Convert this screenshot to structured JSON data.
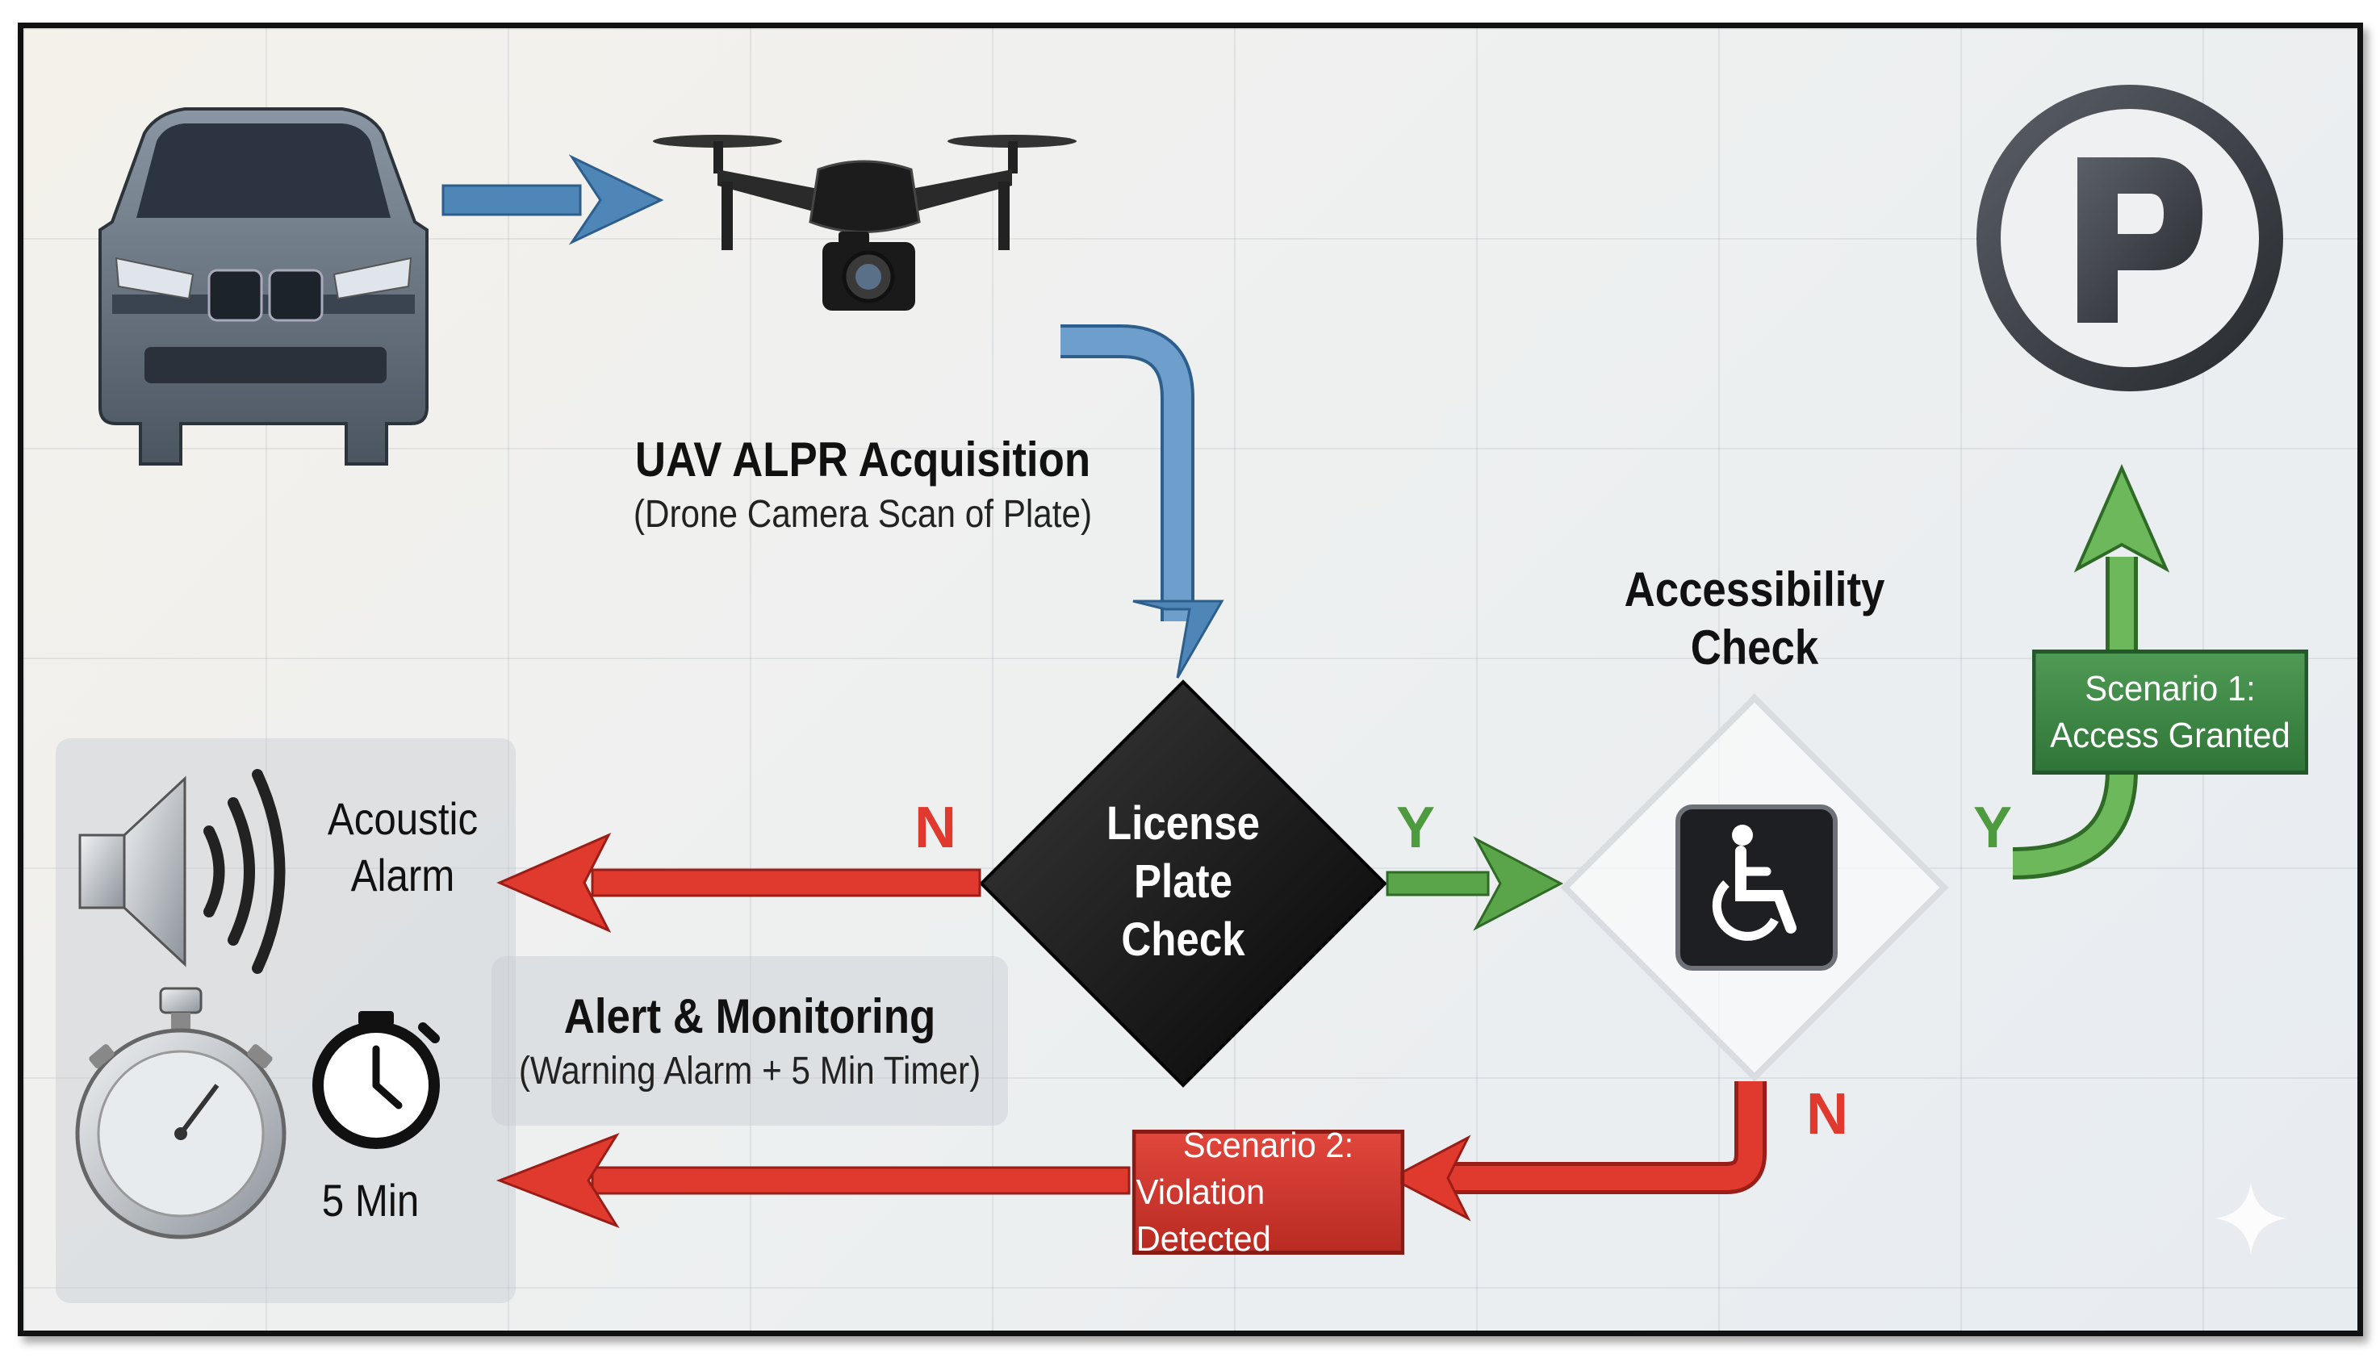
{
  "nodes": {
    "uav": {
      "title": "UAV ALPR Acquisition",
      "subtitle": "(Drone Camera Scan of Plate)"
    },
    "license_check": {
      "line1": "License",
      "line2": "Plate",
      "line3": "Check"
    },
    "accessibility": {
      "line1": "Accessibility",
      "line2": "Check"
    },
    "scenario1": {
      "line1": "Scenario 1:",
      "line2": "Access Granted"
    },
    "scenario2": {
      "line1": "Scenario 2:",
      "line2": "Violation Detected"
    },
    "alarm": {
      "line1": "Acoustic",
      "line2": "Alarm"
    },
    "alert": {
      "title": "Alert & Monitoring",
      "subtitle": "(Warning Alarm + 5 Min Timer)"
    },
    "timer": {
      "label": "5 Min"
    },
    "parking": {
      "letter": "P"
    }
  },
  "edges": {
    "license_no": "N",
    "license_yes": "Y",
    "access_yes": "Y",
    "access_no": "N"
  },
  "colors": {
    "flow_blue": "#4f86b8",
    "yes_green": "#4e9a3e",
    "no_red": "#e0392e",
    "scenario1_bg": "#3e8a44",
    "scenario2_bg": "#cf3a30"
  },
  "icons": [
    "car-icon",
    "drone-camera-icon",
    "wheelchair-icon",
    "parking-sign-icon",
    "speaker-icon",
    "stopwatch-icon",
    "timer-icon",
    "sparkle-icon"
  ]
}
